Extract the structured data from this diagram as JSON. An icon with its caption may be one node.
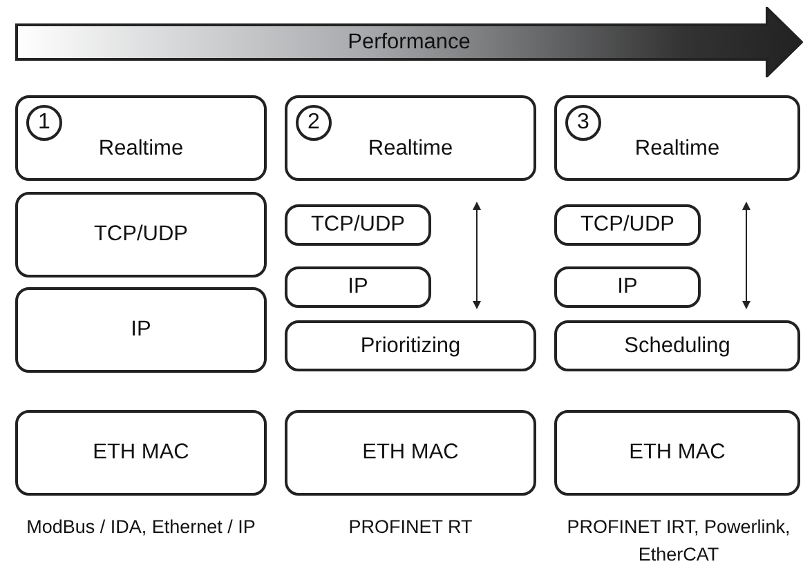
{
  "diagram": {
    "nodes": [
      {
        "text": [
          "Performance"
        ]
      },
      {
        "text": [
          "Realtime"
        ]
      },
      {
        "text": [
          "1"
        ],
        "in": 1
      },
      {
        "text": [
          "Realtime"
        ]
      },
      {
        "text": [
          "2"
        ],
        "in": 3
      },
      {
        "text": [
          "Realtime"
        ]
      },
      {
        "text": [
          "3"
        ],
        "in": 5
      },
      {
        "text": [
          "TCP/UDP"
        ]
      },
      {
        "text": [
          "TCP/UDP"
        ]
      },
      {
        "text": [
          "TCP/UDP"
        ]
      },
      {
        "text": [
          "IP"
        ]
      },
      {
        "text": [
          "IP"
        ]
      },
      {
        "text": [
          "IP"
        ]
      },
      {
        "text": [
          "Prioritizing"
        ]
      },
      {
        "text": [
          "Scheduling"
        ]
      },
      {
        "text": [
          "ETH MAC"
        ]
      },
      {
        "text": [
          "ETH MAC"
        ]
      },
      {
        "text": [
          "ETH MAC"
        ]
      }
    ],
    "labels": [
      "ModBus / IDA, Ethernet / IP",
      "PROFINET RT",
      "PROFINET IRT, Powerlink, EtherCAT"
    ]
  }
}
